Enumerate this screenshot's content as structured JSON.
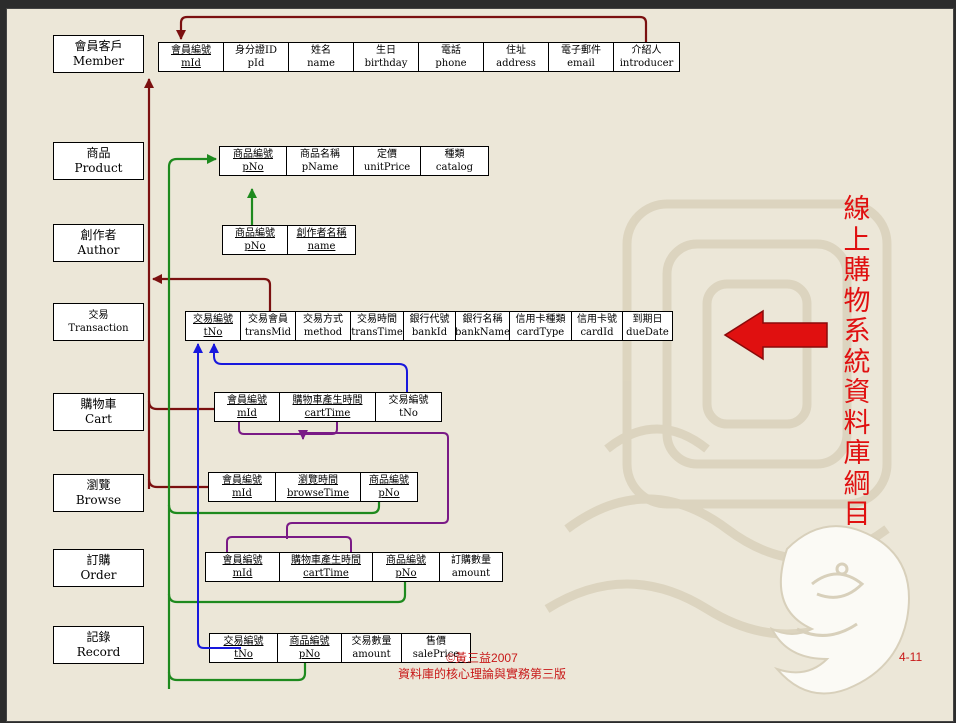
{
  "entities": [
    {
      "zh": "會員客戶",
      "en": "Member"
    },
    {
      "zh": "商品",
      "en": "Product"
    },
    {
      "zh": "創作者",
      "en": "Author"
    },
    {
      "zh": "交易",
      "en": "Transaction"
    },
    {
      "zh": "購物車",
      "en": "Cart"
    },
    {
      "zh": "瀏覽",
      "en": "Browse"
    },
    {
      "zh": "訂購",
      "en": "Order"
    },
    {
      "zh": "記錄",
      "en": "Record"
    }
  ],
  "tables": {
    "member": [
      {
        "zh": "會員編號",
        "en": "mId",
        "pk": true
      },
      {
        "zh": "身分證ID",
        "en": "pId",
        "pk": false
      },
      {
        "zh": "姓名",
        "en": "name",
        "pk": false
      },
      {
        "zh": "生日",
        "en": "birthday",
        "pk": false
      },
      {
        "zh": "電話",
        "en": "phone",
        "pk": false
      },
      {
        "zh": "住址",
        "en": "address",
        "pk": false
      },
      {
        "zh": "電子郵件",
        "en": "email",
        "pk": false
      },
      {
        "zh": "介紹人",
        "en": "introducer",
        "pk": false
      }
    ],
    "product": [
      {
        "zh": "商品編號",
        "en": "pNo",
        "pk": true
      },
      {
        "zh": "商品名稱",
        "en": "pName",
        "pk": false
      },
      {
        "zh": "定價",
        "en": "unitPrice",
        "pk": false
      },
      {
        "zh": "種類",
        "en": "catalog",
        "pk": false
      }
    ],
    "author": [
      {
        "zh": "商品編號",
        "en": "pNo",
        "pk": true
      },
      {
        "zh": "創作者名稱",
        "en": "name",
        "pk": true
      }
    ],
    "transaction": [
      {
        "zh": "交易編號",
        "en": "tNo",
        "pk": true
      },
      {
        "zh": "交易會員",
        "en": "transMid",
        "pk": false
      },
      {
        "zh": "交易方式",
        "en": "method",
        "pk": false
      },
      {
        "zh": "交易時間",
        "en": "transTime",
        "pk": false
      },
      {
        "zh": "銀行代號",
        "en": "bankId",
        "pk": false
      },
      {
        "zh": "銀行名稱",
        "en": "bankName",
        "pk": false
      },
      {
        "zh": "信用卡種類",
        "en": "cardType",
        "pk": false
      },
      {
        "zh": "信用卡號",
        "en": "cardId",
        "pk": false
      },
      {
        "zh": "到期日",
        "en": "dueDate",
        "pk": false
      }
    ],
    "cart": [
      {
        "zh": "會員編號",
        "en": "mId",
        "pk": true
      },
      {
        "zh": "購物車產生時間",
        "en": "cartTime",
        "pk": true
      },
      {
        "zh": "交易編號",
        "en": "tNo",
        "pk": false
      }
    ],
    "browse": [
      {
        "zh": "會員編號",
        "en": "mId",
        "pk": true
      },
      {
        "zh": "瀏覽時間",
        "en": "browseTime",
        "pk": true
      },
      {
        "zh": "商品編號",
        "en": "pNo",
        "pk": true
      }
    ],
    "order": [
      {
        "zh": "會員編號",
        "en": "mId",
        "pk": true
      },
      {
        "zh": "購物車產生時間",
        "en": "cartTime",
        "pk": true
      },
      {
        "zh": "商品編號",
        "en": "pNo",
        "pk": true
      },
      {
        "zh": "訂購數量",
        "en": "amount",
        "pk": false
      }
    ],
    "record": [
      {
        "zh": "交易編號",
        "en": "tNo",
        "pk": true
      },
      {
        "zh": "商品編號",
        "en": "pNo",
        "pk": true
      },
      {
        "zh": "交易數量",
        "en": "amount",
        "pk": false
      },
      {
        "zh": "售價",
        "en": "salePrice",
        "pk": false
      }
    ]
  },
  "side_title": [
    "線",
    "上",
    "購",
    "物",
    "系",
    "統",
    "資",
    "料",
    "庫",
    "綱",
    "目"
  ],
  "footer": {
    "copyright": "©黃三益2007",
    "book": "資料庫的核心理論與實務第三版",
    "page": "4-11"
  },
  "colors": {
    "member_fk": "#7b1010",
    "product_fk": "#1e8a1e",
    "transaction_fk": "#1818dd",
    "cart_fk": "#7a1a86",
    "arrow": "#e01010",
    "title_text": "#e01010",
    "footer_text": "#c81818"
  }
}
